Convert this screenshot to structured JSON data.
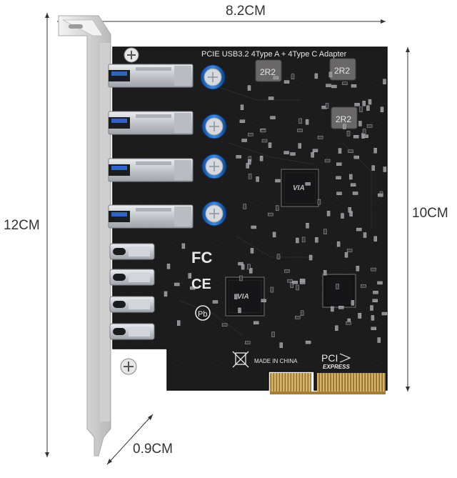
{
  "dimensions": {
    "width_label": "8.2CM",
    "height_label": "12CM",
    "board_height_label": "10CM",
    "depth_label": "0.9CM"
  },
  "board": {
    "title": "PCIE USB3.2 4Type A + 4Type C Adapter",
    "made_in": "MADE IN CHINA",
    "pci_text": "PCI",
    "express_text": "EXPRESS",
    "fc_mark": "FC",
    "ce_mark": "CE",
    "pb_mark": "Pb",
    "inductor_label": "2R2",
    "chip_logo": "VIA",
    "usb_a_count": 4,
    "usb_c_count": 4
  },
  "colors": {
    "pcb": "#1b1b1c",
    "bracket": "#d9d9d9",
    "gold": "#d3ad5c",
    "usb_a_metal": "#c9ccd0",
    "usb_a_insert": "#2f63c8",
    "capacitor_body": "#1e68c8",
    "dimension_line": "#333333"
  }
}
